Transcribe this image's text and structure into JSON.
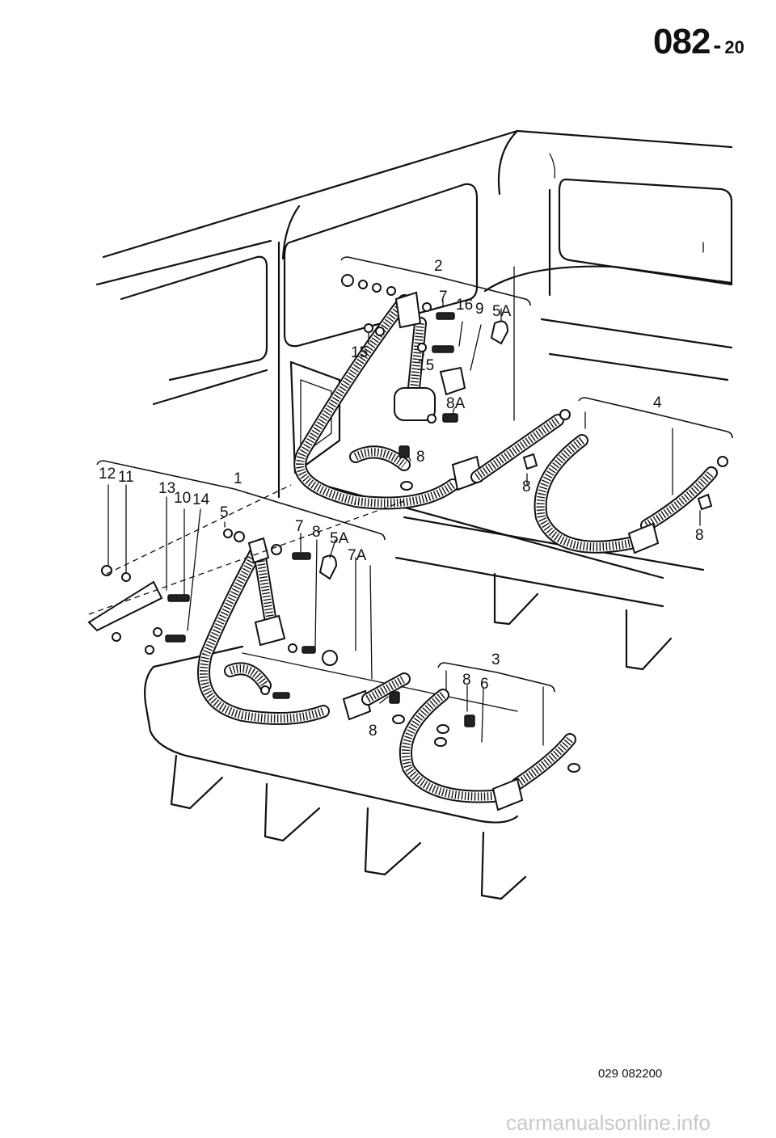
{
  "page_code": {
    "major": "082",
    "separator": "-",
    "minor": "20"
  },
  "callouts": {
    "n1": "1",
    "n2": "2",
    "n3": "3",
    "n4": "4",
    "n5": "5",
    "n5A_a": "5A",
    "n5A_b": "5A",
    "n6": "6",
    "n7_a": "7",
    "n7_b": "7",
    "n7A": "7A",
    "n8_a": "8",
    "n8_b": "8",
    "n8_c": "8",
    "n8_d": "8",
    "n8_e": "8",
    "n8_f": "8",
    "n8A": "8A",
    "n9": "9",
    "n10": "10",
    "n11": "11",
    "n12": "12",
    "n13": "13",
    "n14": "14",
    "n15_a": "15",
    "n15_b": "15",
    "n16": "16"
  },
  "document_number": "029 082200",
  "watermark": "carmanualsonline.info"
}
